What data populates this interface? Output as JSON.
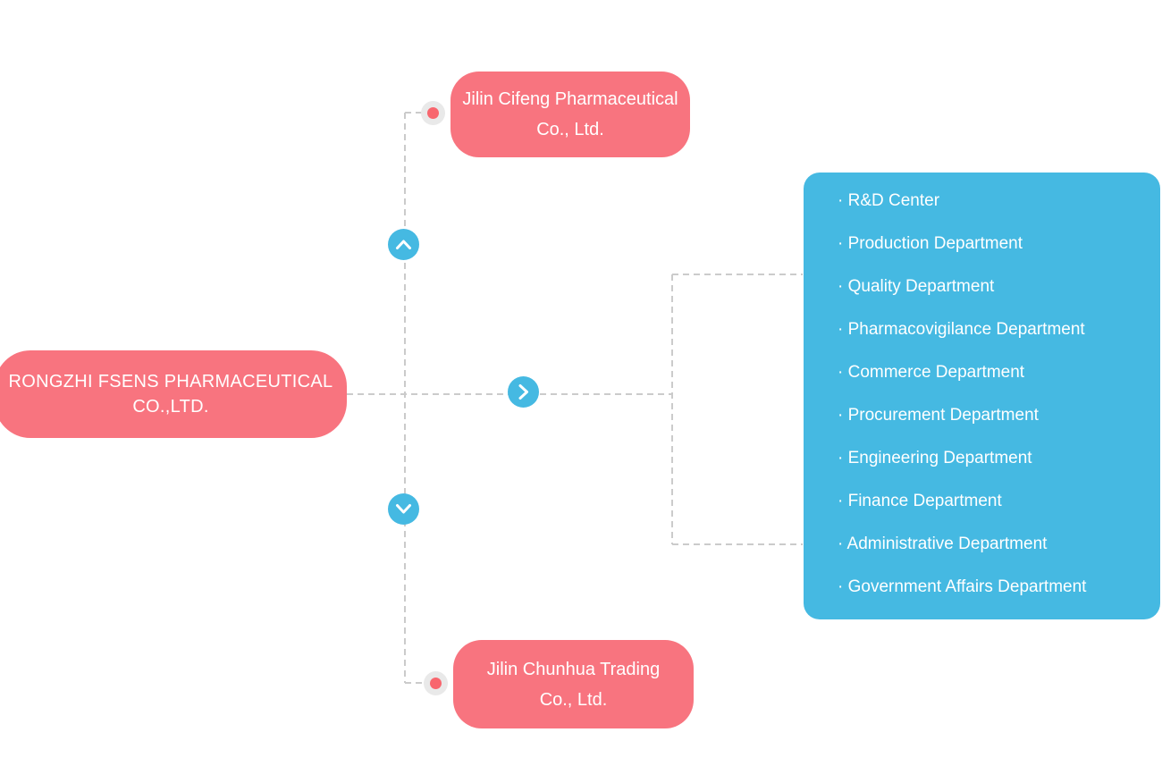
{
  "colors": {
    "pink": "#F8747F",
    "blue": "#45B9E2",
    "dot_red": "#F8666E",
    "line_gray": "#CBCBCB",
    "marker_gray": "#E9E9E9",
    "text": "#FFFFFF"
  },
  "parent_company": {
    "line1": "RONGZHI FSENS PHARMACEUTICAL",
    "line2": "CO.,LTD."
  },
  "subsidiaries": {
    "top": {
      "line1": "Jilin Cifeng Pharmaceutical",
      "line2": "Co., Ltd."
    },
    "bottom": {
      "line1": "Jilin Chunhua Trading",
      "line2": "Co., Ltd."
    }
  },
  "departments": {
    "bullet": "·",
    "items": [
      "R&D Center",
      "Production Department",
      "Quality Department",
      "Pharmacovigilance Department",
      "Commerce Department",
      "Procurement Department",
      "Engineering Department",
      "Finance Department",
      "Administrative Department",
      "Government Affairs Department"
    ]
  },
  "icons": {
    "up": "chevron-up",
    "down": "chevron-down",
    "right": "chevron-right",
    "marker": "node-dot"
  }
}
